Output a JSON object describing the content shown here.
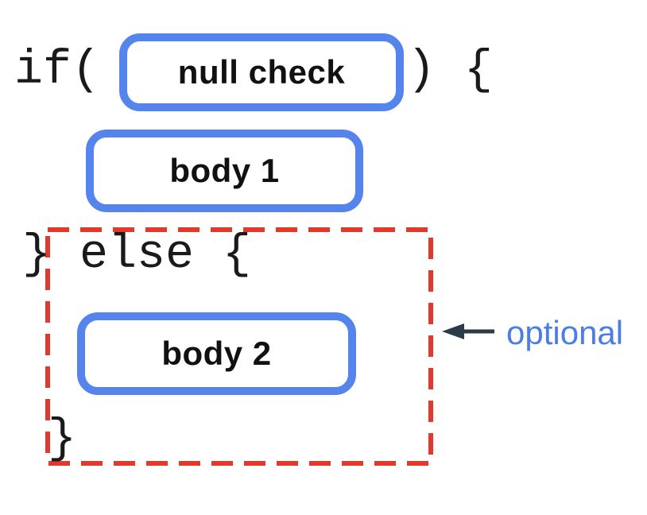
{
  "code": {
    "if_line_start": "if(",
    "if_line_end": ") {",
    "else_line": "} else {",
    "closing_brace": "}"
  },
  "placeholders": {
    "condition": "null check",
    "body1": "body 1",
    "body2": "body 2"
  },
  "annotation": {
    "label": "optional"
  },
  "colors": {
    "box-border": "#5585ec",
    "dashed-red": "#e2392c",
    "arrow-dark": "#2b3b47",
    "label-blue": "#4a7de8",
    "code-black": "#1a1a1a"
  }
}
